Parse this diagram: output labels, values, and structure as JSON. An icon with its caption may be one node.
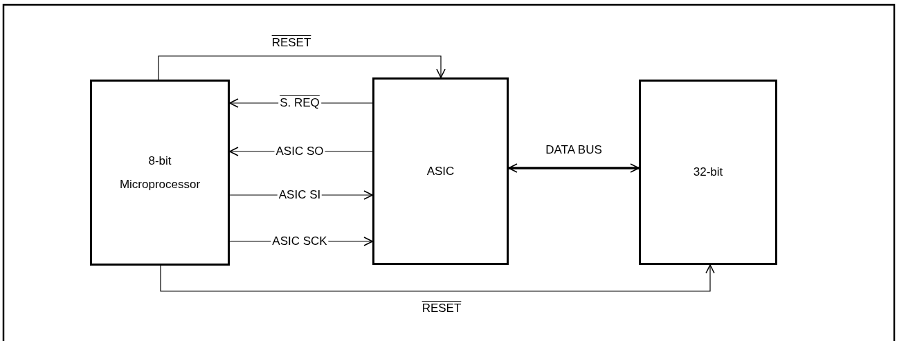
{
  "diagram": {
    "nodes": [
      {
        "text": [
          "8-bit Microprocessor"
        ]
      },
      {
        "text": [
          "ASIC"
        ]
      },
      {
        "text": [
          "32-bit"
        ]
      }
    ],
    "edges": [
      {
        "from": 0,
        "to": 1,
        "arrow": "to",
        "label": "RESET"
      },
      {
        "from": 1,
        "to": 0,
        "arrow": "to",
        "label": "S. REQ"
      },
      {
        "from": 1,
        "to": 0,
        "arrow": "to",
        "label": "ASIC SO"
      },
      {
        "from": 0,
        "to": 1,
        "arrow": "to",
        "label": "ASIC SI"
      },
      {
        "from": 0,
        "to": 1,
        "arrow": "to",
        "label": "ASIC SCK"
      },
      {
        "from": 1,
        "to": 2,
        "arrow": "both",
        "label": "DATA BUS",
        "style": "thick"
      },
      {
        "from": 0,
        "to": 2,
        "arrow": "to",
        "label": "RESET"
      }
    ]
  }
}
